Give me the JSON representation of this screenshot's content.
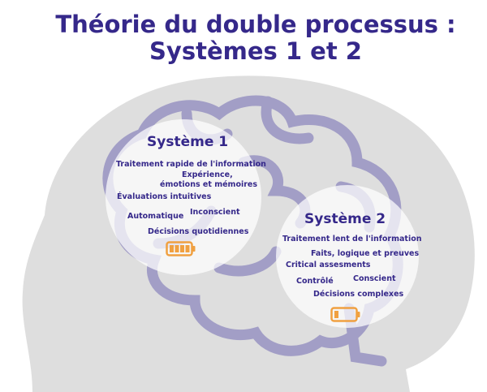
{
  "title": {
    "line1": "Théorie du double processus :",
    "line2": "Systèmes 1 et 2"
  },
  "colors": {
    "title": "#35288a",
    "head": "#dedede",
    "brain": "#a29ec6",
    "battery": "#f0a040"
  },
  "system1": {
    "heading": "Système 1",
    "items": [
      "Traitement rapide de l'information",
      "Expérience,",
      "émotions et mémoires",
      "Évaluations intuitives",
      "Automatique",
      "Inconscient",
      "Décisions quotidiennes"
    ],
    "battery_icon": "battery-full-icon",
    "battery_level": 1.0
  },
  "system2": {
    "heading": "Système 2",
    "items": [
      "Traitement lent de l'information",
      "Faits, logique et preuves",
      "Critical assesments",
      "Contrôlé",
      "Conscient",
      "Décisions complexes"
    ],
    "battery_icon": "battery-low-icon",
    "battery_level": 0.2
  }
}
